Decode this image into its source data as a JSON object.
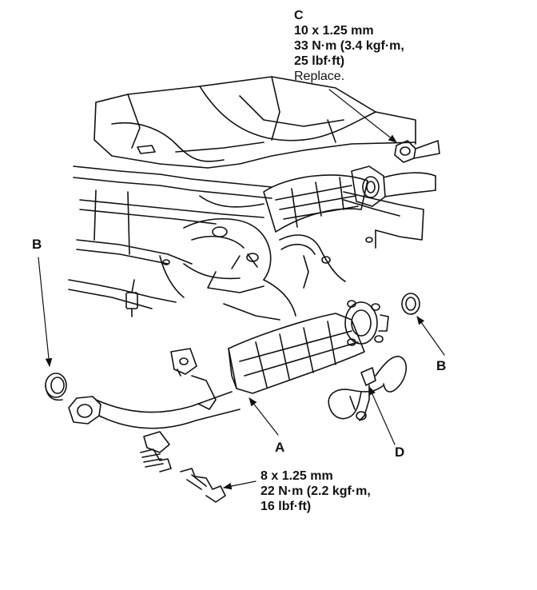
{
  "callouts": {
    "c": {
      "letter": "C",
      "lines": [
        "10 x 1.25 mm",
        "33 N·m (3.4 kgf·m,",
        "25 lbf·ft)",
        "Replace."
      ]
    },
    "bolt": {
      "lines": [
        "8 x 1.25 mm",
        "22 N·m (2.2 kgf·m,",
        "16 lbf·ft)"
      ]
    }
  },
  "part_letters": {
    "a": "A",
    "b_left": "B",
    "b_right": "B",
    "d": "D"
  }
}
